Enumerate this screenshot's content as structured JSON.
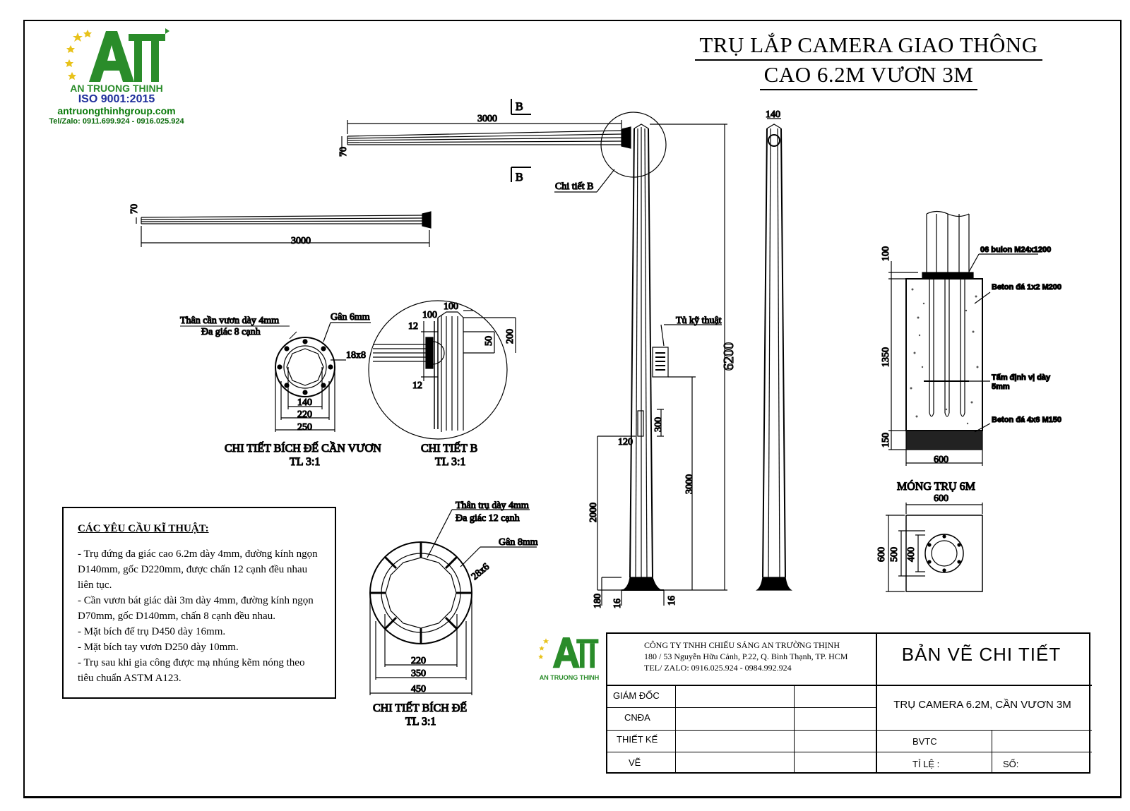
{
  "logo": {
    "brand": "AN TRUONG THINH",
    "iso": "ISO 9001:2015",
    "website": "antruongthinhgroup.com",
    "phone": "Tel/Zalo: 0911.699.924 - 0916.025.924",
    "colors": {
      "green": "#2a8c2a",
      "blue": "#1f2f9c",
      "star": "#e8c21a"
    }
  },
  "title": {
    "line1": "TRỤ LẮP CAMERA GIAO THÔNG",
    "line2": "CAO 6.2M VƯƠN 3M"
  },
  "arm_drawing": {
    "length_top": "3000",
    "height_top": "70",
    "length_bottom": "3000",
    "height_bottom": "70",
    "section_b": "B",
    "detail_b_label": "Chi tiết B"
  },
  "arm_flange_detail": {
    "note_body_1": "Thân cần vươn dày 4mm",
    "note_body_2": "Đa giác 8 cạnh",
    "note_rib": "Gân 6mm",
    "slot": "18x8",
    "dim_inner": "140",
    "dim_mid": "220",
    "dim_outer": "250",
    "caption": "CHI TIẾT BÍCH ĐẾ CẦN VƯƠN",
    "scale": "TL 3:1"
  },
  "detail_b": {
    "dim_100_top": "100",
    "dim_100_left": "100",
    "dim_12_top": "12",
    "dim_12_bottom": "12",
    "dim_50": "50",
    "dim_200": "200",
    "caption": "CHI TIẾT B",
    "scale": "TL 3:1"
  },
  "pole_elevation": {
    "cabinet_label": "Tủ kỹ thuật",
    "total_height": "6200",
    "door_height": "300",
    "door_width": "120",
    "cabinet_height": "3000",
    "door_bottom": "2000",
    "base_height": "180",
    "flange_left": "16",
    "flange_right": "16"
  },
  "pole_side": {
    "top_width": "140"
  },
  "base_flange_detail": {
    "note_body_1": "Thân trụ dày 4mm",
    "note_body_2": "Đa giác 12 cạnh",
    "note_rib": "Gân 8mm",
    "slot": "28x6",
    "dim_inner": "220",
    "dim_mid": "350",
    "dim_outer": "450",
    "caption": "CHI TIẾT BÍCH ĐẾ",
    "scale": "TL 3:1"
  },
  "foundation": {
    "bolts": "06 bulon M24x1200",
    "concrete": "Beton đá 1x2 M200",
    "plate_1": "Tấm định vị dày",
    "plate_2": "5mm",
    "lean_concrete": "Beton đá 4x6 M150",
    "dim_100": "100",
    "dim_1350": "1350",
    "dim_150": "150",
    "dim_width": "600",
    "caption": "MÓNG TRỤ 6M",
    "plan_width": "600",
    "plan_600": "600",
    "plan_500": "500",
    "plan_400": "400"
  },
  "requirements": {
    "heading": "CÁC YÊU CẦU KĨ THUẬT:",
    "items": [
      "- Trụ đứng đa giác cao 6.2m dày 4mm, đường kính ngọn D140mm, gốc D220mm, được chấn 12 cạnh đều nhau liên tục.",
      "- Cần vươn bát giác dài 3m dày 4mm, đường kính ngọn D70mm,  gốc D140mm, chấn 8 cạnh đều nhau.",
      "- Mặt bích đế trụ D450 dày 16mm.",
      "- Mặt bích tay vươn D250 dày 10mm.",
      "- Trụ sau khi gia công được mạ nhúng kẽm nóng theo tiêu chuẩn ASTM A123."
    ]
  },
  "title_block": {
    "logo_name": "AN TRUONG THINH",
    "company": "CÔNG TY TNHH CHIẾU SÁNG AN TRƯỜNG THỊNH",
    "address": "180 / 53 Nguyễn Hữu Cảnh, P.22, Q. Bình Thạnh, TP. HCM",
    "phone": "TEL/ ZALO: 0916.025.924 - 0984.992.924",
    "drawing_type": "BẢN VẼ CHI TIẾT",
    "drawing_name": "TRỤ CAMERA 6.2M, CẦN VƯƠN 3M",
    "row_director": "GIÁM ĐỐC",
    "row_cnda": "CNĐA",
    "row_design": "THIẾT KẾ",
    "row_draw": "VẼ",
    "code": "BVTC",
    "scale_label": "TỈ LỆ :",
    "number_label": "SỐ:"
  }
}
